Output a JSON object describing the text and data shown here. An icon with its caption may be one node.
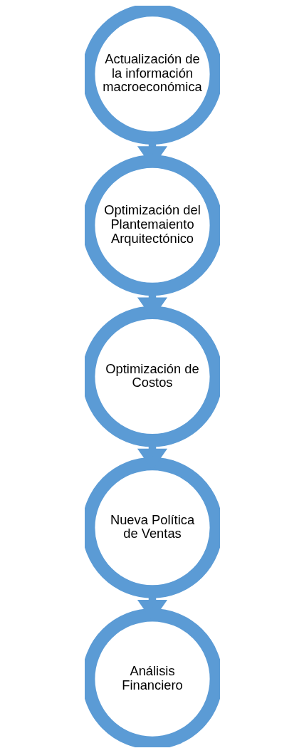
{
  "diagram": {
    "nodes": [
      {
        "text": [
          "Actualización de la información macroeconómica"
        ]
      },
      {
        "text": [
          "Optimización del Plantemaiento Arquitectónico"
        ]
      },
      {
        "text": [
          "Optimización de Costos"
        ]
      },
      {
        "text": [
          "Nueva Política de Ventas"
        ]
      },
      {
        "text": [
          "Análisis Financiero"
        ]
      }
    ],
    "edges": [
      {
        "from": 0,
        "to": 1,
        "arrow": "to"
      },
      {
        "from": 1,
        "to": 2,
        "arrow": "to"
      },
      {
        "from": 2,
        "to": 3,
        "arrow": "to"
      },
      {
        "from": 3,
        "to": 4,
        "arrow": "to"
      }
    ]
  }
}
